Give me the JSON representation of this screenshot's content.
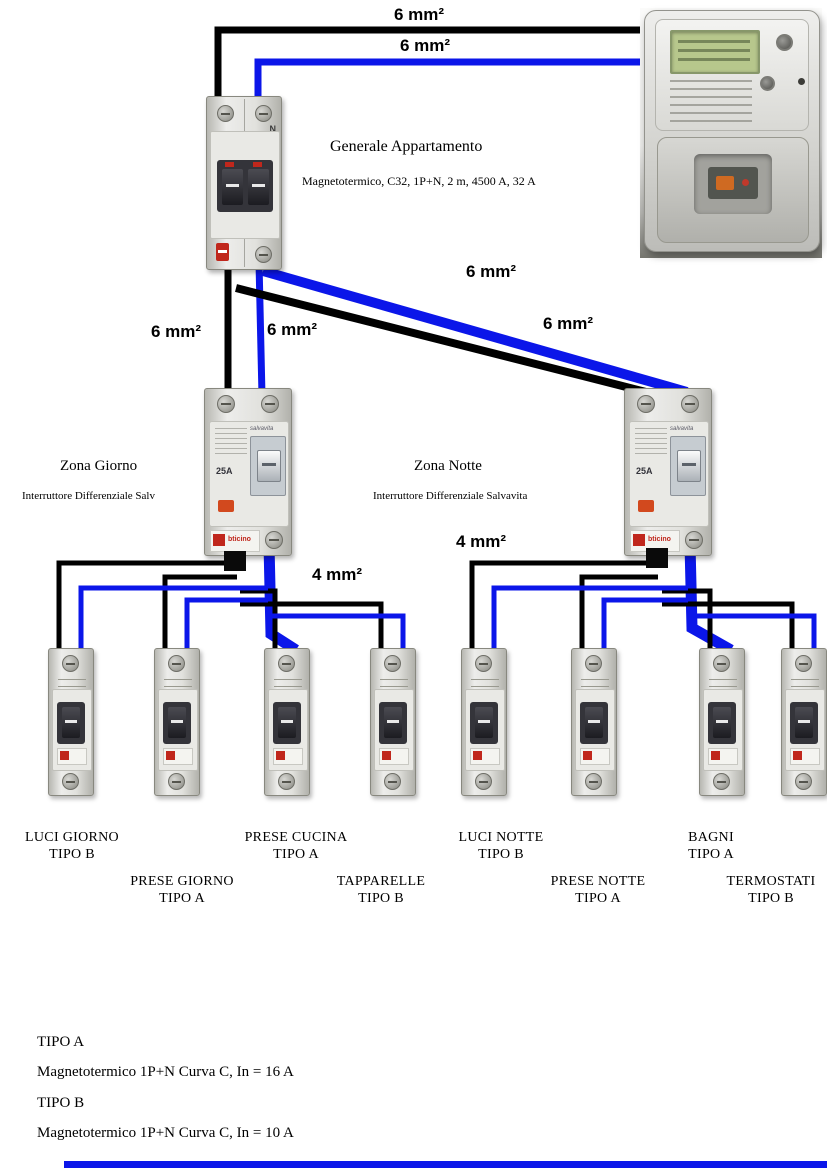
{
  "colors": {
    "wire_black": "#000000",
    "wire_blue": "#0b16e9",
    "junction": "#0a0a0a"
  },
  "wire_labels": {
    "meter_phase": "6 mm²",
    "meter_neutral": "6 mm²",
    "giorno_phase": "6 mm²",
    "giorno_neutral": "6 mm²",
    "notte_neutral": "6 mm²",
    "notte_phase": "6 mm²",
    "giorno_branch": "4 mm²",
    "notte_branch": "4 mm²"
  },
  "main_breaker": {
    "title": "Generale Appartamento",
    "spec": "Magnetotermico, C32, 1P+N, 2 m, 4500 A, 32 A",
    "neutral_mark": "N"
  },
  "zona_giorno": {
    "title": "Zona Giorno",
    "subtitle": "Interruttore Differenziale Salv"
  },
  "zona_notte": {
    "title": "Zona Notte",
    "subtitle": "Interruttore Differenziale Salvavita"
  },
  "rcd_device": {
    "rating": "25A",
    "word": "salvavita",
    "brand": "bticino"
  },
  "circuits": [
    {
      "name": "LUCI GIORNO",
      "tipo": "TIPO B"
    },
    {
      "name": "PRESE GIORNO",
      "tipo": "TIPO A"
    },
    {
      "name": "PRESE CUCINA",
      "tipo": "TIPO A"
    },
    {
      "name": "TAPPARELLE",
      "tipo": "TIPO B"
    },
    {
      "name": "LUCI NOTTE",
      "tipo": "TIPO B"
    },
    {
      "name": "PRESE NOTTE",
      "tipo": "TIPO A"
    },
    {
      "name": "BAGNI",
      "tipo": "TIPO A"
    },
    {
      "name": "TERMOSTATI",
      "tipo": "TIPO B"
    }
  ],
  "legend": {
    "tipo_a_title": "TIPO A",
    "tipo_a_desc": "Magnetotermico 1P+N Curva C, In = 16 A",
    "tipo_b_title": "TIPO B",
    "tipo_b_desc": "Magnetotermico 1P+N Curva C, In = 10 A"
  }
}
